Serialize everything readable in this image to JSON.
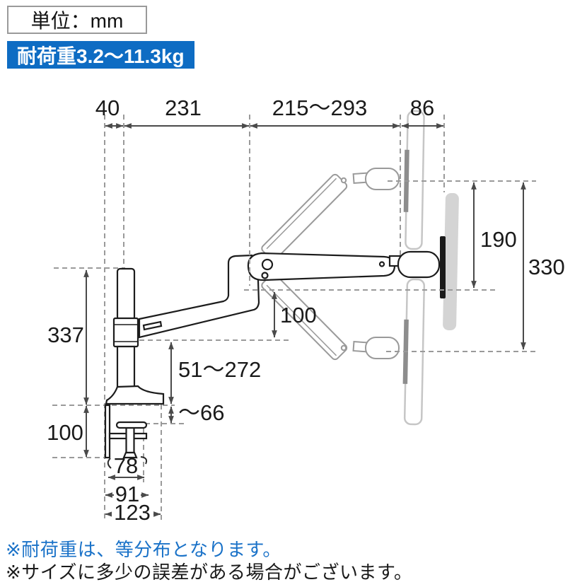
{
  "header": {
    "unit_label": "単位：mm",
    "load_badge": "耐荷重3.2〜11.3kg"
  },
  "dimensions": {
    "offset_back": "40",
    "arm_front": "231",
    "arm_reach": "215〜293",
    "monitor_depth": "86",
    "pole_height": "337",
    "clamp_drop": "100",
    "mount_height_range": "51〜272",
    "desk_thickness": "〜66",
    "arm_drop": "100",
    "lift_mid": "190",
    "lift_total": "330",
    "clamp_inner_width": "78",
    "clamp_mid_width": "91",
    "clamp_total_width": "123"
  },
  "notes": [
    {
      "text": "※耐荷重は、等分布となります。",
      "color": "#1a72c8"
    },
    {
      "text": "※サイズに多少の誤差がある場合がございます。",
      "color": "#1a1a1a"
    }
  ],
  "colors": {
    "badge_bg": "#0e6cc3",
    "badge_text": "#ffffff",
    "note_blue": "#1a72c8",
    "dim_line": "#4a4a4a",
    "dash_line": "#9a9a9a",
    "ghost_line": "#9a9a9a",
    "monitor_outline": "#c6c6c6",
    "monitor_fill": "#d4d4d4",
    "vesa_dark": "#1a1a1a",
    "vesa_ghost": "#8d8d8d"
  }
}
